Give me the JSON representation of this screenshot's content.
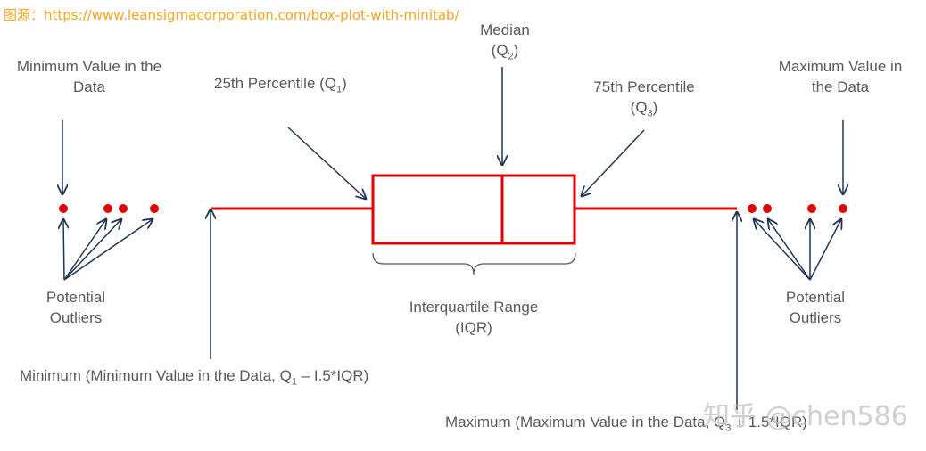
{
  "source": "图源：https://www.leansigmacorporation.com/box-plot-with-minitab/",
  "labels": {
    "min_value": [
      "Minimum Value in the",
      "Data"
    ],
    "q1": "25th Percentile (Q",
    "q1_sub": "1",
    "median": "Median",
    "median_q": "(Q",
    "median_sub": "2",
    "q3": "75th Percentile",
    "q3_q": "(Q",
    "q3_sub": "3",
    "max_value": [
      "Maximum Value in",
      "the Data"
    ],
    "outliers_left": [
      "Potential",
      "Outliers"
    ],
    "outliers_right": [
      "Potential",
      "Outliers"
    ],
    "iqr": [
      "Interquartile Range",
      "(IQR)"
    ],
    "minimum_a": "Minimum (Minimum Value in the Data, Q",
    "minimum_sub": "1",
    "minimum_b": " – I.5*IQR)",
    "maximum_a": "Maximum (Maximum Value in the Data, Q",
    "maximum_sub": "3",
    "maximum_b": " + 1.5*IQR)"
  },
  "watermark": "知乎 @chen586",
  "colors": {
    "box": "#e00000",
    "arrow": "#1f3550",
    "text": "#595959",
    "source": "#f5a623"
  }
}
